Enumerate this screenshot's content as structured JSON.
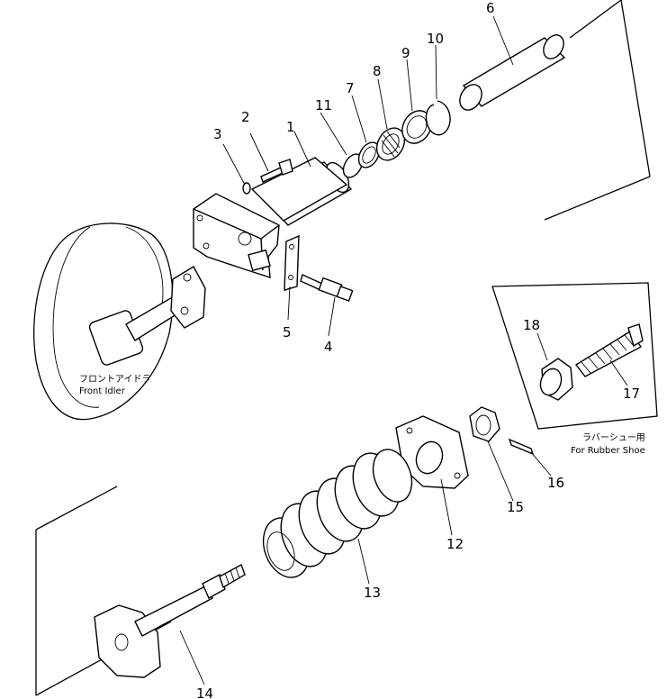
{
  "diagram": {
    "part_numbers": [
      "1",
      "2",
      "3",
      "4",
      "5",
      "6",
      "7",
      "8",
      "9",
      "10",
      "11",
      "12",
      "13",
      "14",
      "15",
      "16",
      "17",
      "18"
    ],
    "front_idler": {
      "jp": "フロントアイドラ",
      "en": "Front Idler"
    },
    "rubber_shoe": {
      "jp": "ラバーシュー用",
      "en": "For Rubber Shoe"
    }
  }
}
